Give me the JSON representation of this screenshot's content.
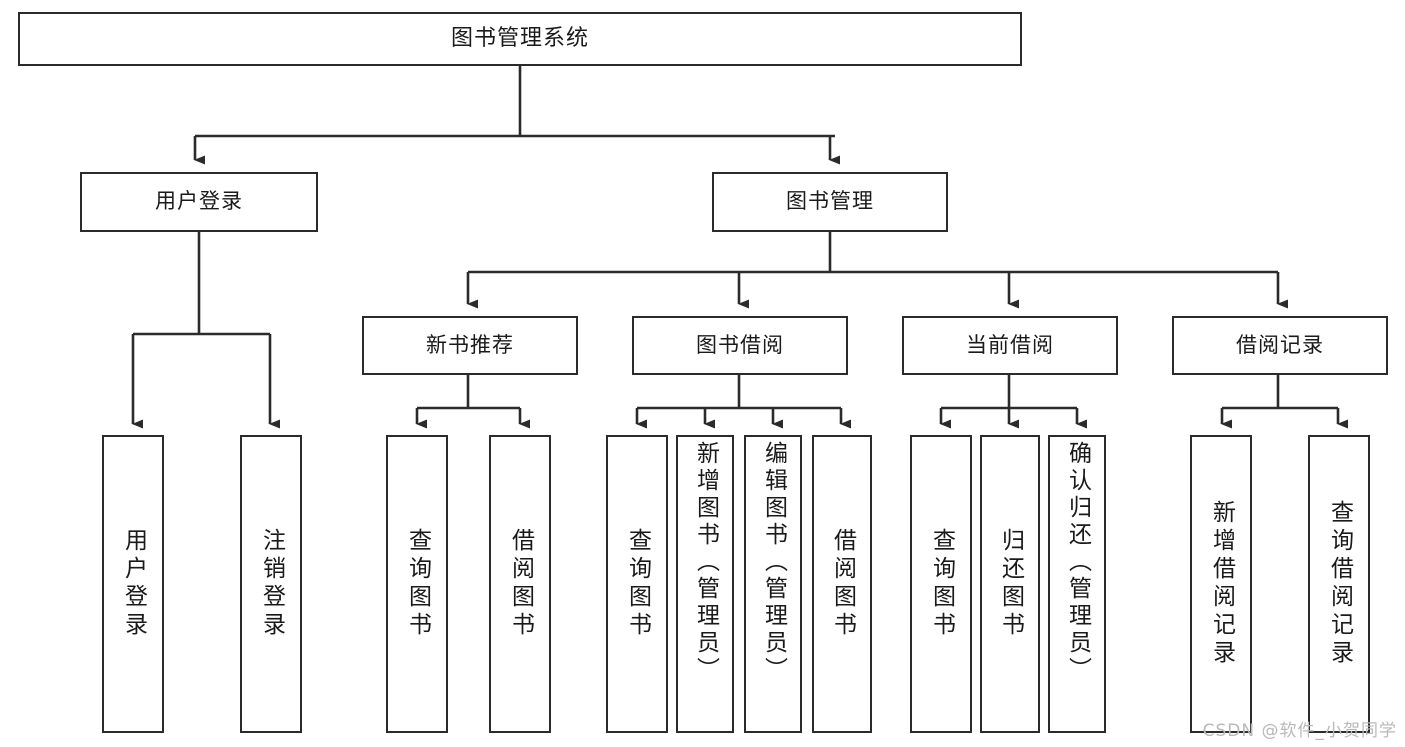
{
  "diagram": {
    "title": "图书管理系统",
    "type": "tree-hierarchy-diagram",
    "colors": {
      "box_border": "#2b2b2b",
      "box_fill": "#ffffff",
      "connector": "#2b2b2b",
      "text": "#1a1a1a",
      "watermark": "#b9b9b9",
      "background": "#ffffff"
    },
    "levels": [
      {
        "name": "root",
        "count": 1
      },
      {
        "name": "modules",
        "count": 2
      },
      {
        "name": "sub-modules",
        "count": 4
      },
      {
        "name": "functions",
        "count": 13
      }
    ]
  },
  "nodes": {
    "root": {
      "label": "图书管理系统"
    },
    "user_login": {
      "label": "用户登录"
    },
    "book_manage": {
      "label": "图书管理"
    },
    "new_book_recommend": {
      "label": "新书推荐"
    },
    "book_borrow": {
      "label": "图书借阅"
    },
    "current_borrow": {
      "label": "当前借阅"
    },
    "borrow_record": {
      "label": "借阅记录"
    },
    "leaf_user_login": {
      "label": "用户登录"
    },
    "leaf_logout": {
      "label": "注销登录"
    },
    "leaf_query_book_1": {
      "label": "查询图书"
    },
    "leaf_borrow_book_1": {
      "label": "借阅图书"
    },
    "leaf_query_book_2": {
      "label": "查询图书"
    },
    "leaf_add_book": {
      "label": "新增图书（管理员）"
    },
    "leaf_edit_book": {
      "label": "编辑图书（管理员）"
    },
    "leaf_borrow_book_2": {
      "label": "借阅图书"
    },
    "leaf_query_book_3": {
      "label": "查询图书"
    },
    "leaf_return_book": {
      "label": "归还图书"
    },
    "leaf_confirm_return": {
      "label": "确认归还（管理员）"
    },
    "leaf_add_record": {
      "label": "新增借阅记录"
    },
    "leaf_query_record": {
      "label": "查询借阅记录"
    }
  },
  "watermark": {
    "text": "CSDN @软件_小贺同学"
  }
}
